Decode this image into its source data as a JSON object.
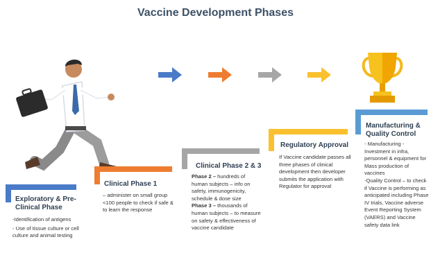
{
  "title": "Vaccine Development Phases",
  "colors": {
    "title": "#3d5166",
    "blue": "#4a7bc8",
    "orange": "#ee7d31",
    "gray": "#a6a6a6",
    "yellow": "#fbc02d",
    "lightblue": "#5b9bd5"
  },
  "arrows": [
    "blue-arrow-icon",
    "orange-arrow-icon",
    "gray-arrow-icon",
    "yellow-arrow-icon"
  ],
  "phases": [
    {
      "heading": "Exploratory & Pre-Clinical Phase",
      "lines": [
        "-Identification of antigens",
        "- Use of tissue culture or cell culture and animal testing"
      ]
    },
    {
      "heading": "Clinical Phase 1",
      "lines": [
        "– administer on small group <100 people to check if safe & to learn the response"
      ]
    },
    {
      "heading": "Clinical Phase 2 & 3",
      "p2_label": "Phase 2 –",
      "p2_text": " hundreds of human subjects – info on safety, immunogenicity, schedule & dose size",
      "p3_label": "Phase 3 –",
      "p3_text": " thousands of human subjects – to measure on safety & effectiveness of vaccine candidate"
    },
    {
      "heading": "Regulatory Approval",
      "lines": [
        "If Vaccine candidate passes all three phases of clinical development then developer submits the application with Regulator for approval"
      ]
    },
    {
      "heading": "Manufacturing & Quality Control",
      "lines": [
        "- Manufacturing - Investment in infra, personnel & equipment for Mass production of vaccines",
        "-Quality Control – to check if Vaccine is performing as anticipated including Phase IV trials, Vaccine adverse Event Reporting System (VAERS) and Vaccine safety data link"
      ]
    }
  ]
}
